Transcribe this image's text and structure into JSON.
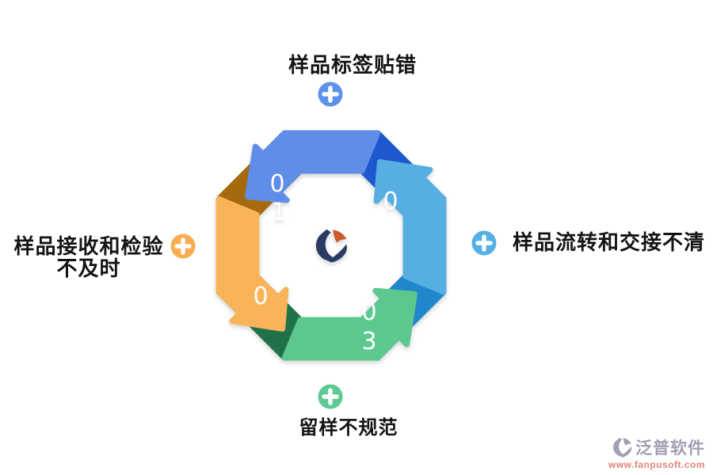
{
  "page": {
    "background": "#ffffff"
  },
  "diagram": {
    "nodes": [
      {
        "position": "top",
        "label": "样品标签贴错",
        "accent": "#5C90EA"
      },
      {
        "position": "right",
        "label": "样品流转和交接不清",
        "accent": "#55B0E6"
      },
      {
        "position": "bottom",
        "label": "留样不规范",
        "accent": "#5CC992"
      },
      {
        "position": "left",
        "label_line1": "样品接收和检验",
        "label_line2": "不及时",
        "accent": "#F9AD50"
      }
    ],
    "steps": [
      {
        "id": "step-01",
        "digit_top": "0",
        "digit_bottom": "1",
        "color_main": "#5F8DE8",
        "color_fold": "#1E58CE"
      },
      {
        "id": "step-02",
        "digit_top": "0",
        "digit_bottom": "",
        "color_main": "#57AEE3",
        "color_fold": "#2187CC"
      },
      {
        "id": "step-03",
        "digit_top": "0",
        "digit_bottom": "3",
        "color_main": "#5CC88E",
        "color_fold": "#20714A"
      },
      {
        "id": "step-04",
        "digit_top": "0",
        "digit_bottom": "",
        "color_main": "#F9B45A",
        "color_fold": "#A56A0E"
      }
    ],
    "center_logo_colors": {
      "navy": "#2B3A64",
      "flame": "#CC5B2F"
    }
  },
  "watermark": {
    "brand": "泛普软件",
    "url": "www.fanpusoft.com",
    "brand_color": "#A49DB4",
    "url_color": "#DF8479"
  }
}
